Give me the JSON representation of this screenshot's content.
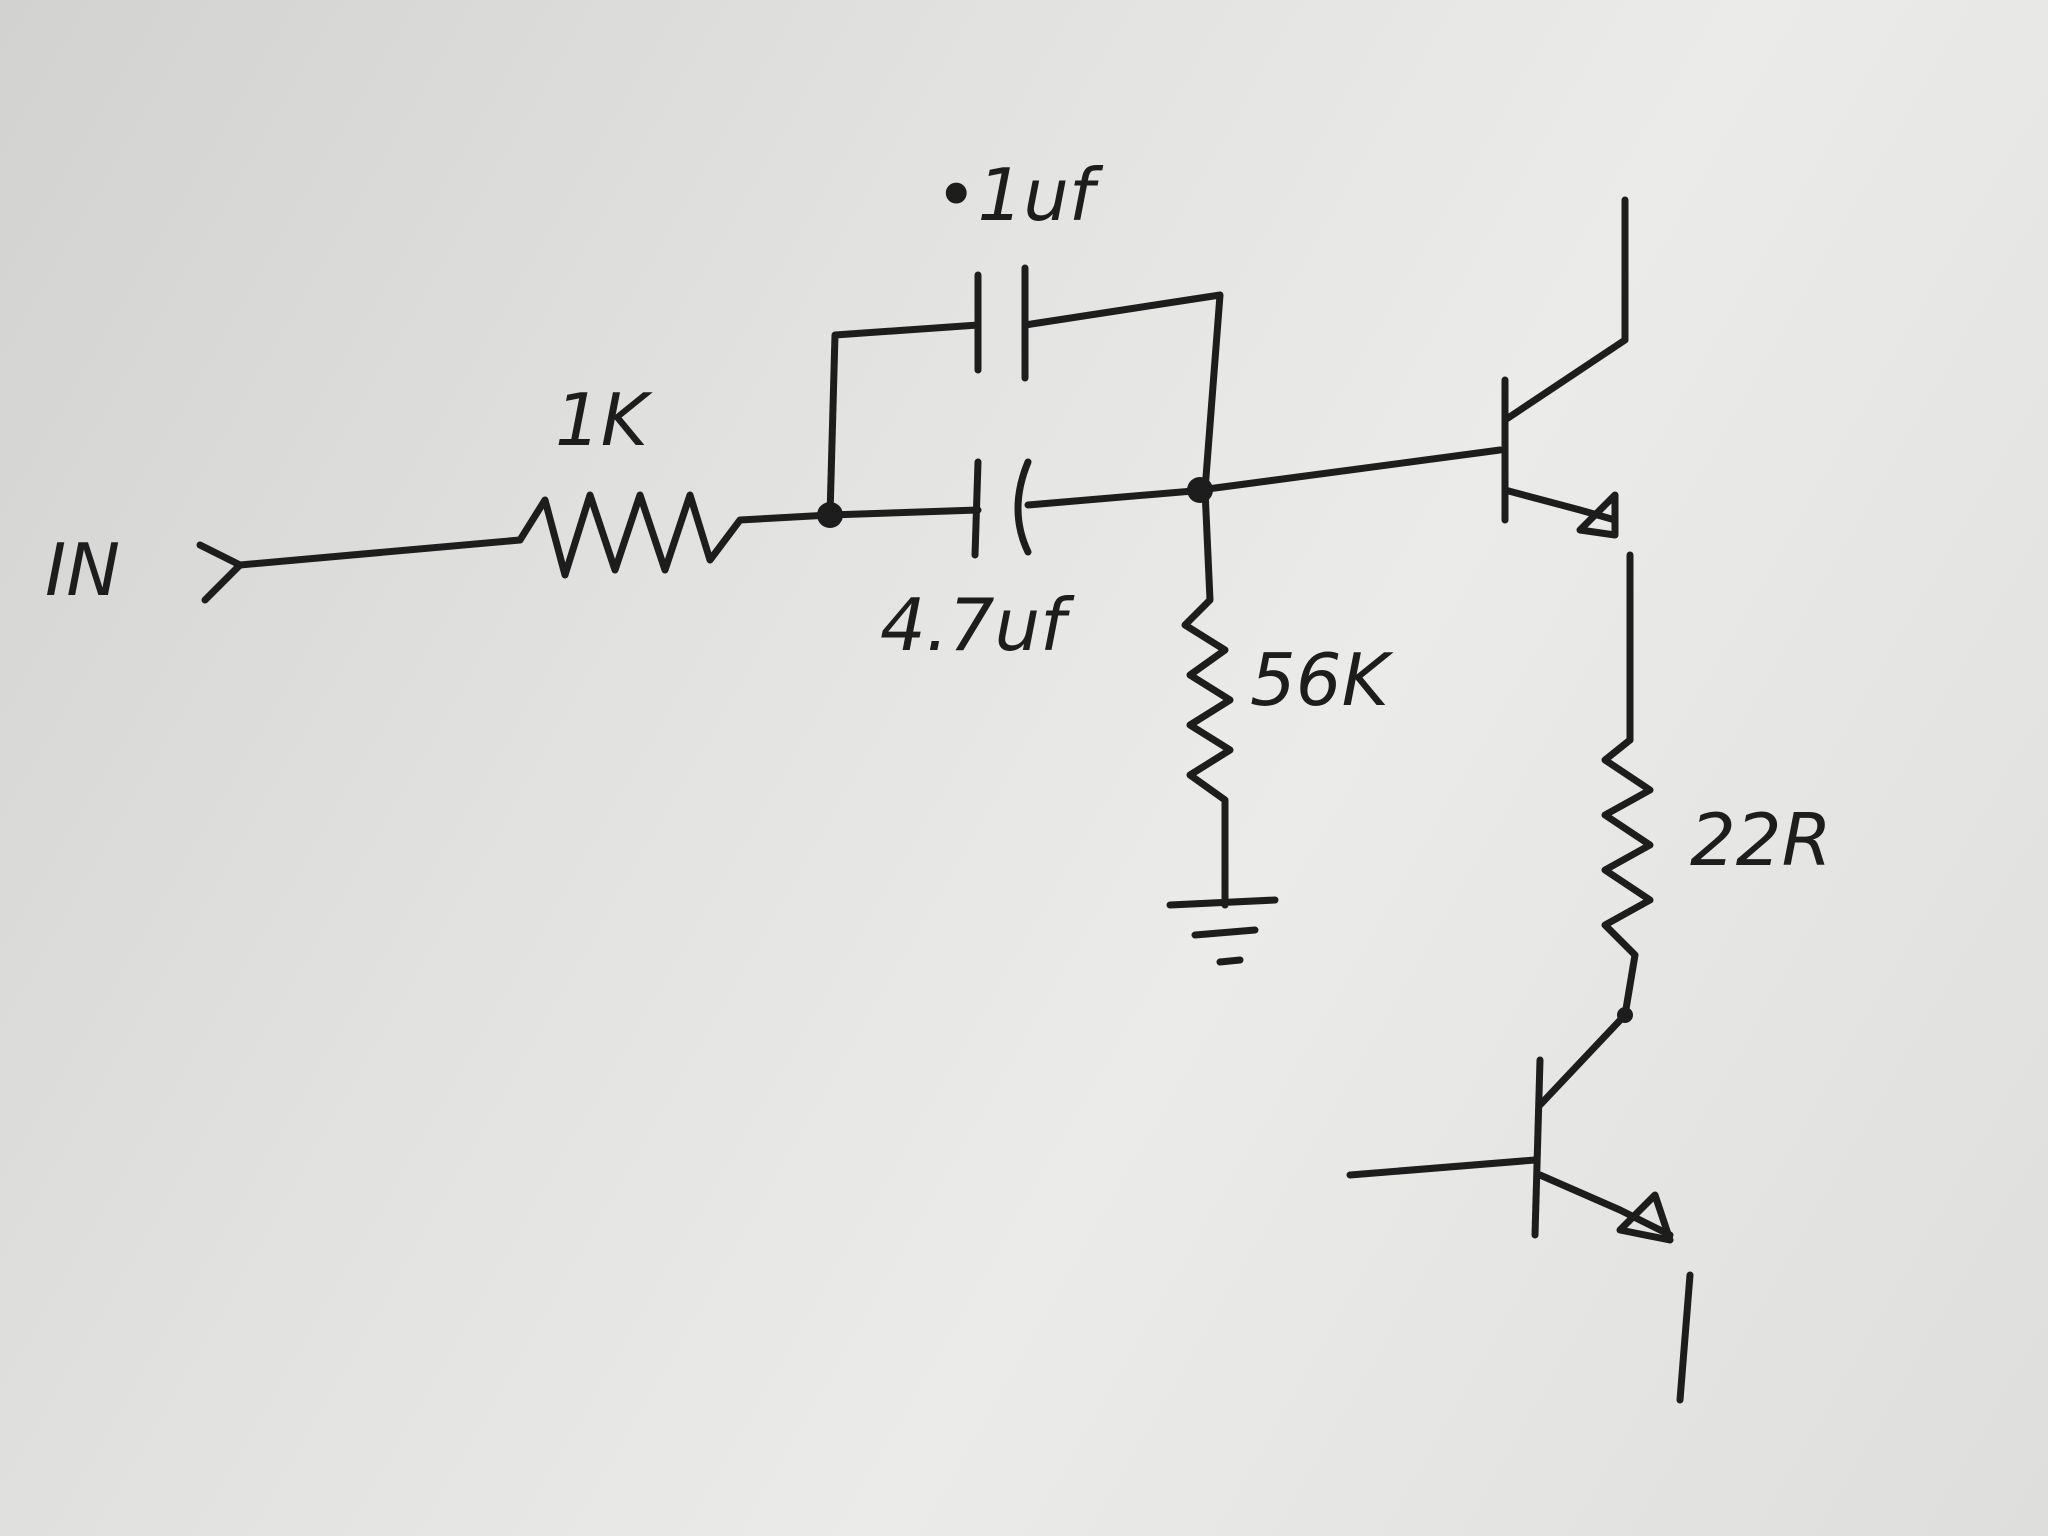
{
  "diagram": {
    "labels": {
      "input": "IN",
      "r_input": "1K",
      "cap_small": "•1uf",
      "cap_electrolytic": "4.7uf",
      "r_bias": "56K",
      "r_emitter": "22R"
    },
    "colors": {
      "ink": "#1d1d1d",
      "paper": "#e4e4e2"
    }
  }
}
